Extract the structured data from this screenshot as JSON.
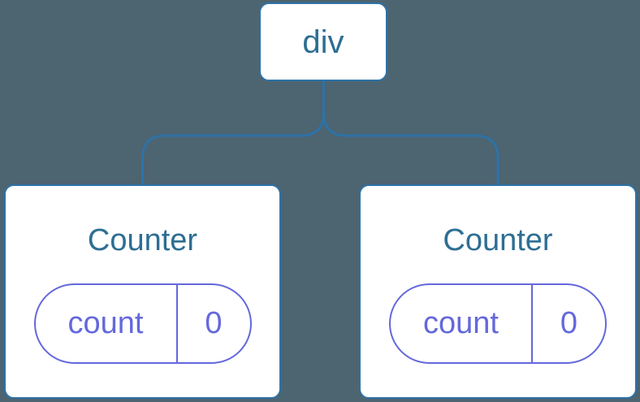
{
  "diagram": {
    "type": "component-tree",
    "background_color": "#4d6471",
    "node_border_color": "#2e72a6",
    "node_fill_color": "#ffffff",
    "connector_color": "#2e72a6",
    "label_color": "#2d6e93",
    "state_color": "#6468dc",
    "root": {
      "label": "div"
    },
    "children": [
      {
        "title": "Counter",
        "state": {
          "key": "count",
          "value": "0"
        }
      },
      {
        "title": "Counter",
        "state": {
          "key": "count",
          "value": "0"
        }
      }
    ]
  }
}
